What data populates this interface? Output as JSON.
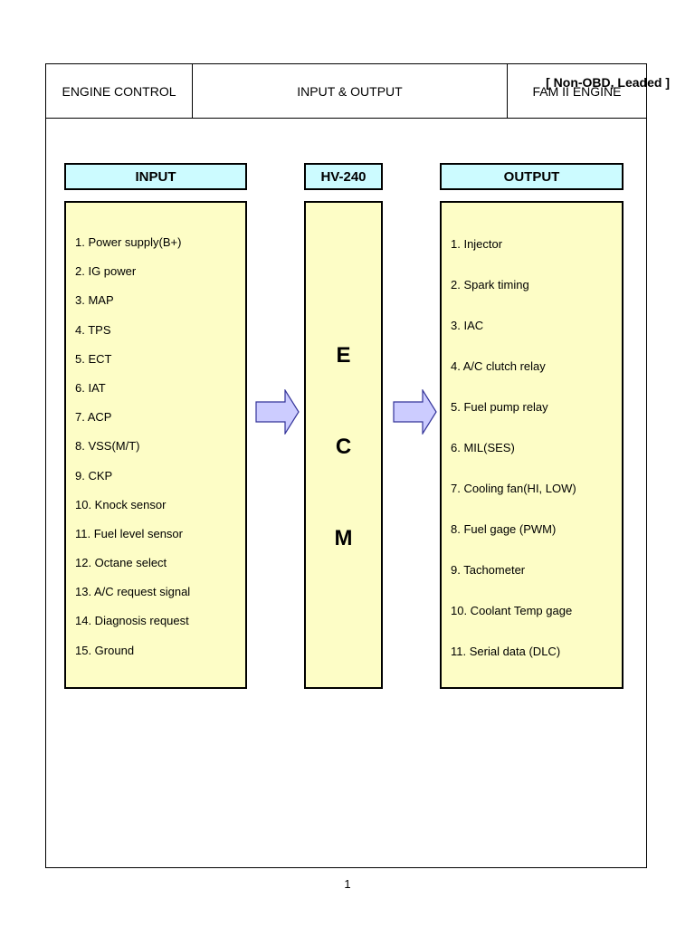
{
  "header": {
    "left": "ENGINE CONTROL",
    "center": "INPUT & OUTPUT",
    "right": "FAM II ENGINE"
  },
  "subtitle": "[ Non-OBD, Leaded ]",
  "input": {
    "label": "INPUT",
    "items": [
      "1. Power supply(B+)",
      "2. IG power",
      "3. MAP",
      "4. TPS",
      "5. ECT",
      "6. IAT",
      "7. ACP",
      "8. VSS(M/T)",
      "9. CKP",
      "10. Knock sensor",
      "11. Fuel level sensor",
      "12. Octane select",
      "13. A/C request signal",
      "14. Diagnosis request",
      "15. Ground"
    ]
  },
  "ecm": {
    "label": "HV-240",
    "letters": [
      "E",
      "C",
      "M"
    ]
  },
  "output": {
    "label": "OUTPUT",
    "items": [
      "1. Injector",
      "2. Spark timing",
      "3. IAC",
      "4. A/C clutch relay",
      "5. Fuel pump relay",
      "6. MIL(SES)",
      "7. Cooling fan(HI, LOW)",
      "8. Fuel gage (PWM)",
      "9. Tachometer",
      "10. Coolant Temp gage",
      "11. Serial data (DLC)"
    ]
  },
  "page_number": "1",
  "colors": {
    "label_fill": "#ccfbff",
    "box_fill": "#fdfdc6",
    "arrow_fill": "#ccccff"
  }
}
